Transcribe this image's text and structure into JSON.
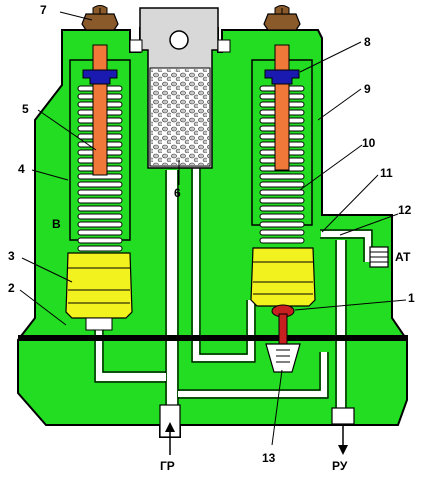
{
  "labels": {
    "n1": "1",
    "n2": "2",
    "n3": "3",
    "n4": "4",
    "n5": "5",
    "n6": "6",
    "n7": "7",
    "n8": "8",
    "n9": "9",
    "n10": "10",
    "n11": "11",
    "n12": "12",
    "n13": "13",
    "chamber_b": "В",
    "port_at": "АТ",
    "port_gr": "ГР",
    "port_ru": "РУ"
  },
  "colors": {
    "body": "#22dd22",
    "outline": "#000000",
    "channel": "#ffffff",
    "spring": "#ffffff",
    "rod": "#f07838",
    "nut": "#8a5a2a",
    "retainer": "#1a1ab0",
    "piston": "#f2f21e",
    "valve": "#c82020",
    "filter_housing": "#d8d8d8",
    "separator": "#000000"
  },
  "icons": [
    "filter-icon",
    "spring-icon",
    "piston-icon",
    "valve-icon",
    "arrow-icon"
  ]
}
